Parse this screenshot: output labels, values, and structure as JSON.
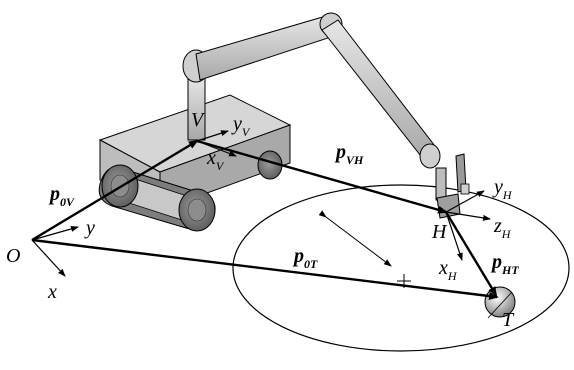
{
  "labels": {
    "origin": "O",
    "x_axis_O": "x",
    "y_axis_O": "y",
    "p0V_main": "p",
    "p0V_sub": "0V",
    "pVH_main": "p",
    "pVH_sub": "VH",
    "p0T_main": "p",
    "p0T_sub": "0T",
    "pHT_main": "p",
    "pHT_sub": "HT",
    "vehicle_frame": "V",
    "yV_main": "y",
    "yV_sub": "V",
    "xV_main": "x",
    "xV_sub": "V",
    "hand_frame": "H",
    "yH_main": "y",
    "yH_sub": "H",
    "zH_main": "z",
    "zH_sub": "H",
    "xH_main": "x",
    "xH_sub": "H",
    "target": "T"
  }
}
